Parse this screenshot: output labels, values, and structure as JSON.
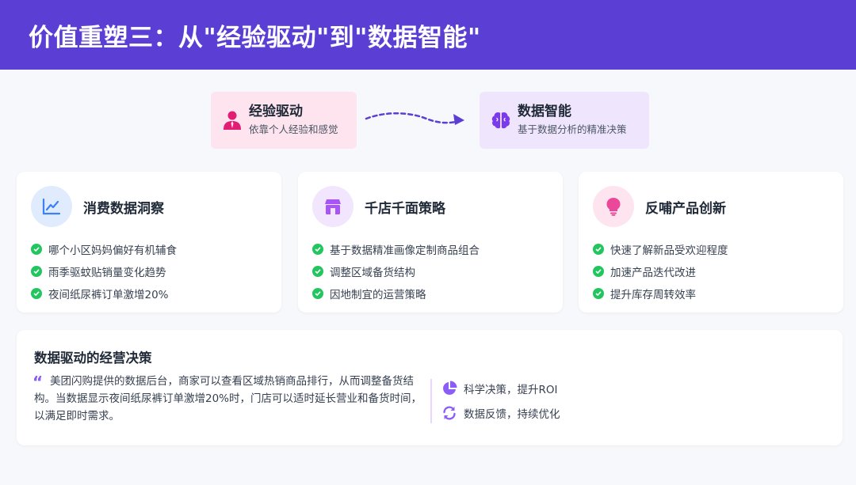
{
  "header": {
    "title": "价值重塑三：从\"经验驱动\"到\"数据智能\""
  },
  "transformation": {
    "from": {
      "title": "经验驱动",
      "subtitle": "依靠个人经验和感觉",
      "icon": "person-icon",
      "color": "#e11d74"
    },
    "to": {
      "title": "数据智能",
      "subtitle": "基于数据分析的精准决策",
      "icon": "brain-icon",
      "color": "#7c3aed"
    }
  },
  "cards": [
    {
      "title": "消费数据洞察",
      "icon": "chart-line-icon",
      "items": [
        "哪个小区妈妈偏好有机辅食",
        "雨季驱蚊贴销量变化趋势",
        "夜间纸尿裤订单激增20%"
      ]
    },
    {
      "title": "千店千面策略",
      "icon": "store-icon",
      "items": [
        "基于数据精准画像定制商品组合",
        "调整区域备货结构",
        "因地制宜的运营策略"
      ]
    },
    {
      "title": "反哺产品创新",
      "icon": "lightbulb-icon",
      "items": [
        "快速了解新品受欢迎程度",
        "加速产品迭代改进",
        "提升库存周转效率"
      ]
    }
  ],
  "decision": {
    "title": "数据驱动的经营决策",
    "quote": "美团闪购提供的数据后台，商家可以查看区域热销商品排行，从而调整备货结构。当数据显示夜间纸尿裤订单激增20%时，门店可以适时延长营业和备货时间，以满足即时需求。",
    "benefits": [
      {
        "label": "科学决策，提升ROI",
        "icon": "pie-chart-icon"
      },
      {
        "label": "数据反馈，持续优化",
        "icon": "sync-icon"
      }
    ]
  },
  "colors": {
    "header": "#5b3fd4",
    "accent": "#8b5cf6",
    "check": "#22c55e"
  }
}
